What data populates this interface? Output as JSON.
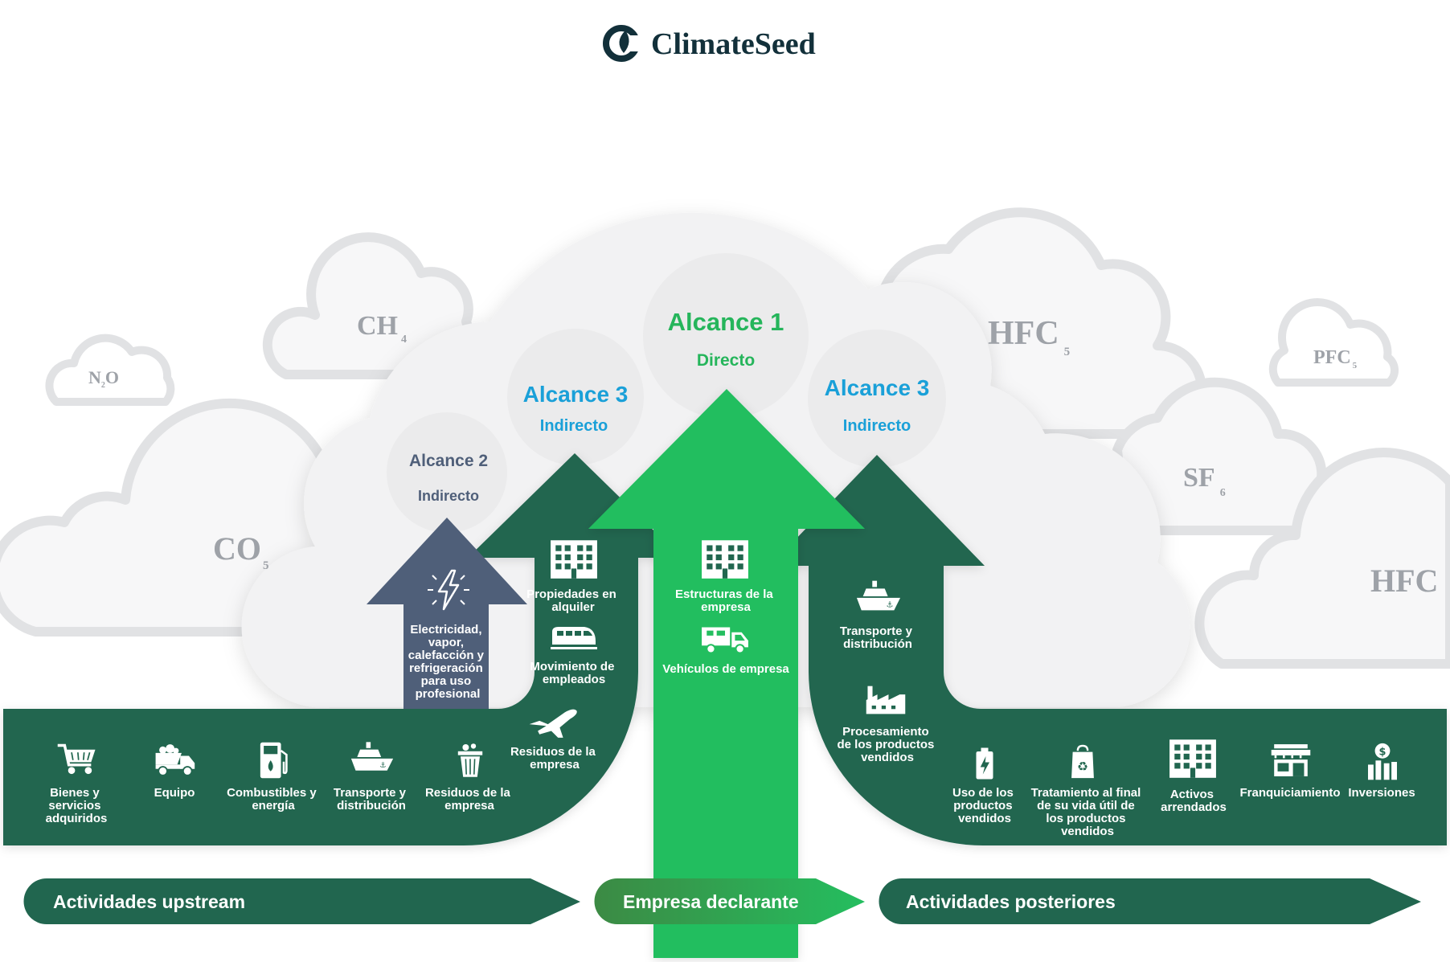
{
  "brand": {
    "name": "ClimateSeed",
    "logo_icon": "climateseed-c-leaf-logo"
  },
  "colors": {
    "dark_green": "#21664f",
    "bright_green": "#24be5f",
    "slate": "#4f5f79",
    "scope_blue": "#1aa0d8",
    "scope1_green": "#25b55b",
    "gas_grey": "#9ea2a8",
    "cloud_fill": "#f2f2f3"
  },
  "gases": {
    "co2": {
      "base": "CO",
      "sub": "5"
    },
    "ch4": {
      "base": "CH",
      "sub": "4"
    },
    "n2o": {
      "pre": "N",
      "sub": "2",
      "post": "O"
    },
    "hfc5": {
      "base": "HFC",
      "sub": "5"
    },
    "pfc5": {
      "base": "PFC",
      "sub": "5"
    },
    "sf6": {
      "base": "SF",
      "sub": "6"
    },
    "hfc": {
      "base": "HFC"
    }
  },
  "scopes": {
    "scope2": {
      "title": "Alcance 2",
      "subtitle": "Indirecto"
    },
    "scope3_up": {
      "title": "Alcance 3",
      "subtitle": "Indirecto"
    },
    "scope1": {
      "title": "Alcance 1",
      "subtitle": "Directo"
    },
    "scope3_down": {
      "title": "Alcance 3",
      "subtitle": "Indirecto"
    }
  },
  "scope2_items": [
    {
      "icon": "lightning-icon",
      "label": [
        "Electricidad,",
        "vapor,",
        "calefacción y",
        "refrigeración",
        "para uso",
        "profesional"
      ]
    }
  ],
  "scope3_up_arrow_items": [
    {
      "icon": "building-icon",
      "label": [
        "Propiedades en",
        "alquiler"
      ]
    },
    {
      "icon": "train-icon",
      "label": [
        "Movimiento de",
        "empleados"
      ]
    },
    {
      "icon": "airplane-icon",
      "label": [
        "Residuos de la",
        "empresa"
      ]
    }
  ],
  "scope1_items": [
    {
      "icon": "building-icon",
      "label": [
        "Estructuras de la",
        "empresa"
      ]
    },
    {
      "icon": "truck-icon",
      "label": [
        "Vehículos de empresa"
      ]
    }
  ],
  "scope3_down_arrow_items": [
    {
      "icon": "ship-icon",
      "label": [
        "Transporte y",
        "distribución"
      ]
    },
    {
      "icon": "factory-icon",
      "label": [
        "Procesamiento",
        "de los productos",
        "vendidos"
      ]
    }
  ],
  "upstream_items": [
    {
      "icon": "shopping-cart-icon",
      "label": [
        "Bienes y",
        "servicios",
        "adquiridos"
      ]
    },
    {
      "icon": "dump-truck-icon",
      "label": [
        "Equipo"
      ]
    },
    {
      "icon": "fuel-pump-icon",
      "label": [
        "Combustibles y",
        "energía"
      ]
    },
    {
      "icon": "ship-icon",
      "label": [
        "Transporte y",
        "distribución"
      ]
    },
    {
      "icon": "trash-bin-icon",
      "label": [
        "Residuos de la",
        "empresa"
      ]
    }
  ],
  "downstream_items": [
    {
      "icon": "battery-icon",
      "label": [
        "Uso de los",
        "productos",
        "vendidos"
      ]
    },
    {
      "icon": "recycle-bag-icon",
      "label": [
        "Tratamiento al final",
        "de su vida útil de",
        "los productos",
        "vendidos"
      ]
    },
    {
      "icon": "building-icon",
      "label": [
        "Activos",
        "arrendados"
      ]
    },
    {
      "icon": "storefront-icon",
      "label": [
        "Franquiciamiento"
      ]
    },
    {
      "icon": "money-chart-icon",
      "label": [
        "Inversiones"
      ]
    }
  ],
  "banners": {
    "upstream": "Actividades upstream",
    "reporting": "Empresa declarante",
    "downstream": "Actividades posteriores"
  }
}
